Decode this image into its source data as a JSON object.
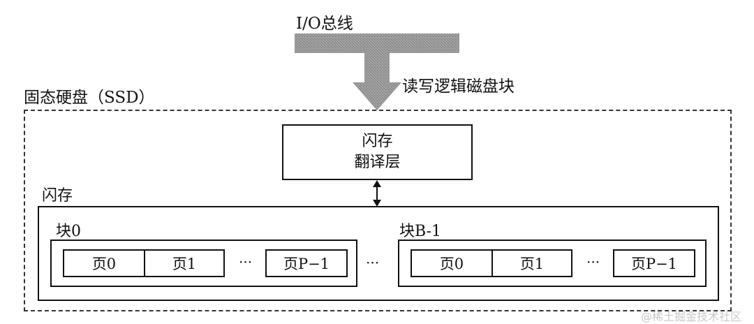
{
  "bus": {
    "label": "I/O总线",
    "arrow_label": "读写逻辑磁盘块"
  },
  "ssd": {
    "label": "固态硬盘（SSD）"
  },
  "ftl": {
    "line1": "闪存",
    "line2": "翻译层"
  },
  "flash": {
    "label": "闪存"
  },
  "blocks": [
    {
      "label": "块0",
      "pages": [
        "页0",
        "页1",
        "页P−1"
      ]
    },
    {
      "label": "块B-1",
      "pages": [
        "页0",
        "页1",
        "页P−1"
      ]
    }
  ],
  "ellipsis": "···",
  "watermark": "@稀土掘金技术社区"
}
